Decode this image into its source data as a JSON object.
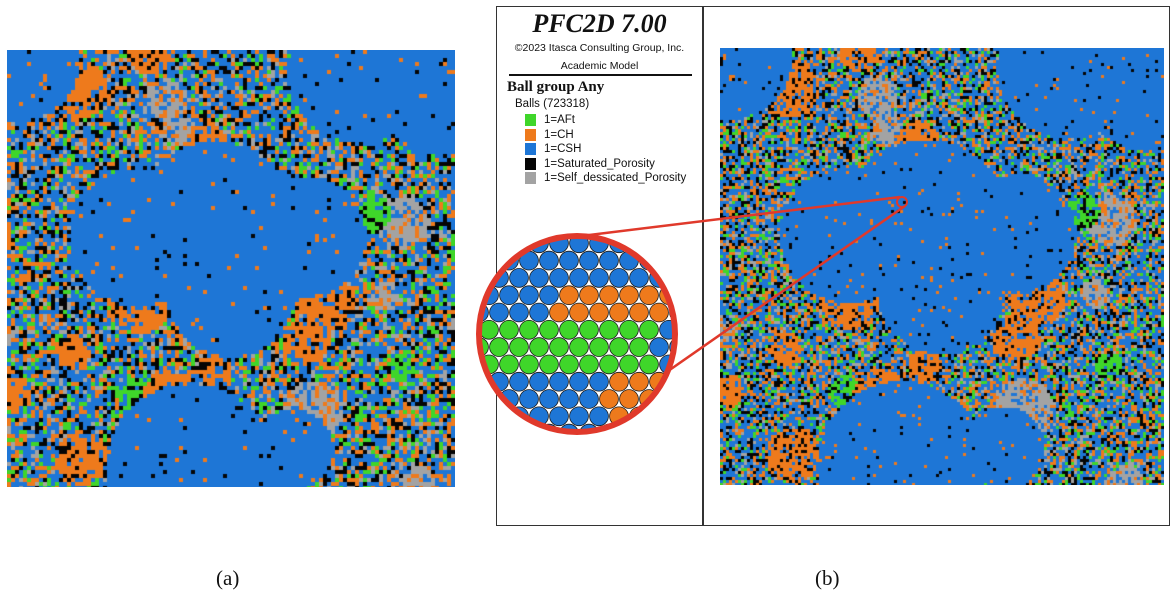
{
  "panel_b": {
    "title": "PFC2D 7.00",
    "copyright": "©2023 Itasca Consulting Group, Inc.",
    "model": "Academic Model",
    "legend_title": "Ball group Any",
    "legend_count": "Balls (723318)",
    "legend_items": [
      {
        "label": "1=AFt",
        "color": "#3fd62a"
      },
      {
        "label": "1=CH",
        "color": "#ee7a1c"
      },
      {
        "label": "1=CSH",
        "color": "#1e76d6"
      },
      {
        "label": "1=Saturated_Porosity",
        "color": "#050505"
      },
      {
        "label": "1=Self_dessicated_Porosity",
        "color": "#a3a3a3"
      }
    ]
  },
  "captions": {
    "a": "(a)",
    "b": "(b)"
  },
  "colors": {
    "afT": "#3fd62a",
    "ch": "#ee7a1c",
    "csh": "#1e76d6",
    "saturated": "#050505",
    "self_dessicated": "#a3a3a3",
    "zoom_outline": "#e0392b"
  }
}
